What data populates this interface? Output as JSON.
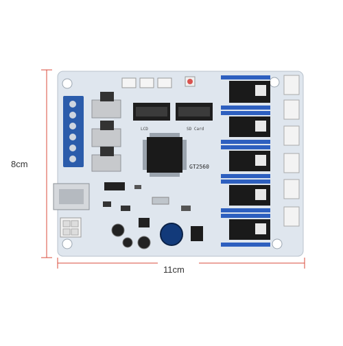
{
  "dimensions": {
    "height_label": "8cm",
    "width_label": "11cm"
  },
  "board": {
    "chip_label": "GT2560",
    "lcd_label": "LCD",
    "sd_label": "SD Card",
    "colors": {
      "pcb": "#dfe6ee",
      "terminal": "#2b5cab",
      "driver_socket": "#2d5fbf",
      "chip": "#1a1a1a",
      "heatsink": "#c7c9cc",
      "dimension_line": "#d94a3a"
    }
  }
}
